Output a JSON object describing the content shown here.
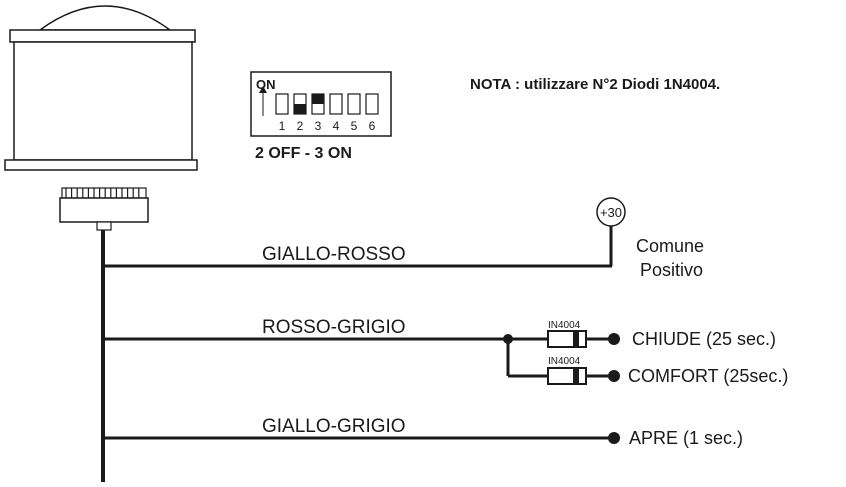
{
  "note": "NOTA : utilizzare N°2 Diodi 1N4004.",
  "dip_switch": {
    "on_label": "ON",
    "numbers": [
      "1",
      "2",
      "3",
      "4",
      "5",
      "6"
    ],
    "setting": "2 OFF - 3 ON"
  },
  "wires": {
    "giallo_rosso": "GIALLO-ROSSO",
    "rosso_grigio": "ROSSO-GRIGIO",
    "giallo_grigio": "GIALLO-GRIGIO"
  },
  "terminal": {
    "positive": "+30",
    "common_line1": "Comune",
    "common_line2": "Positivo"
  },
  "diodes": {
    "label_top": "IN4004",
    "label_bottom": "IN4004"
  },
  "outputs": {
    "chiude": "CHIUDE (25 sec.)",
    "comfort": "COMFORT (25sec.)",
    "apre": "APRE (1 sec.)"
  }
}
